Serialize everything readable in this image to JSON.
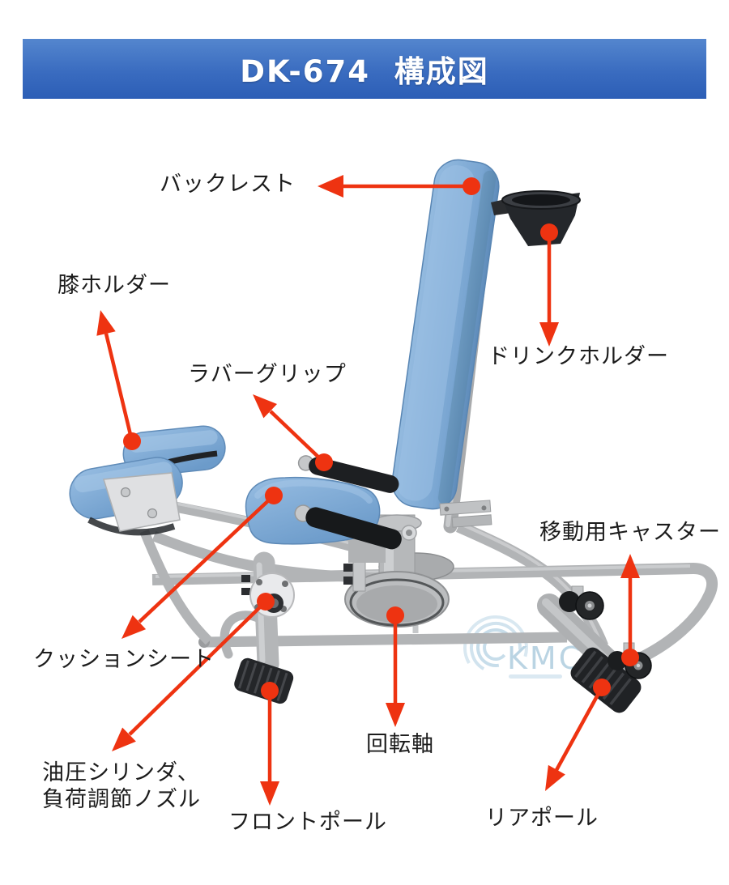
{
  "header": {
    "title": "DK-674  構成図"
  },
  "diagram": {
    "accent_red": "#ee3311",
    "pad_blue": "#7fa9d3",
    "frame_gray": "#b4b6b8",
    "labels": {
      "backrest": "バックレスト",
      "knee_holder": "膝ホルダー",
      "rubber_grip": "ラバーグリップ",
      "drink_holder": "ドリンクホルダー",
      "caster": "移動用キャスター",
      "cushion_seat": "クッションシート",
      "hydraulic_line1": "油圧シリンダ、",
      "hydraulic_line2": "負荷調節ノズル",
      "front_pole": "フロントポール",
      "rotation_axis": "回転軸",
      "rear_pole": "リアポール"
    },
    "watermark": {
      "text": "KMC"
    }
  }
}
